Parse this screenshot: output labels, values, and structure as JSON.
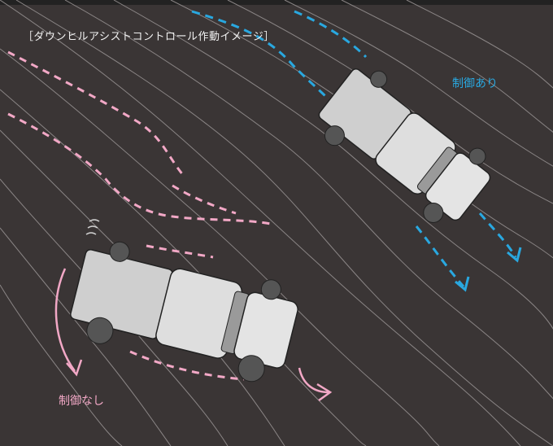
{
  "caption": "［ダウンヒルアシストコントロール作動イメージ］",
  "labels": {
    "with_control": "制御あり",
    "without_control": "制御なし"
  },
  "colors": {
    "background": "#3a3535",
    "terrain_lines": "#8a8585",
    "with_control": "#29a8e0",
    "without_control": "#f2a8c6",
    "vehicle_body": "#d8d8d8"
  }
}
